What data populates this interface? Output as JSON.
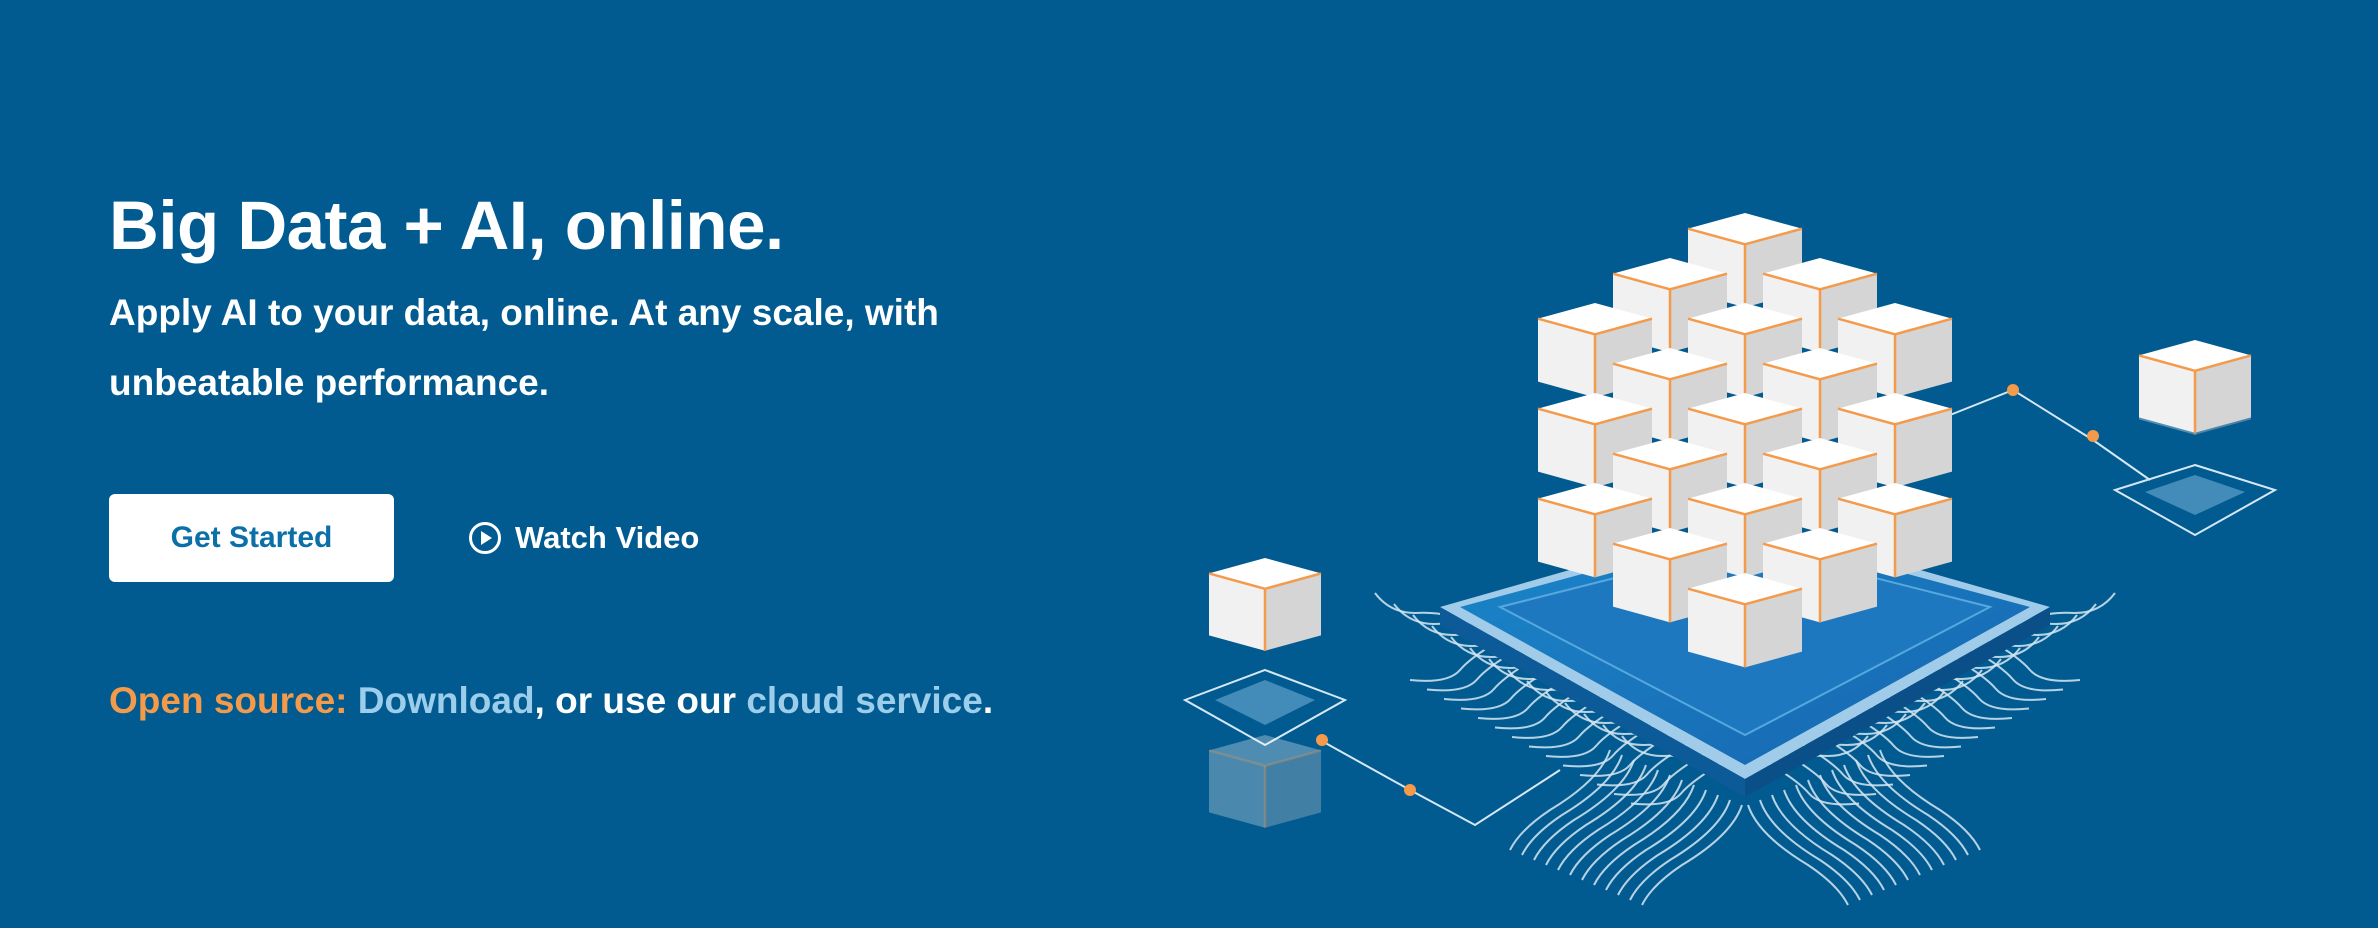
{
  "hero": {
    "headline": "Big Data + AI, online.",
    "subhead": "Apply AI to your data, online. At any scale, with unbeatable performance."
  },
  "cta": {
    "get_started_label": "Get Started",
    "watch_video_label": "Watch Video"
  },
  "open_source": {
    "label": "Open source:",
    "download_link": "Download",
    "middle_text": ", or use our",
    "cloud_link": "cloud service",
    "end_text": "."
  },
  "colors": {
    "background": "#025B90",
    "accent_orange": "#F39A4B",
    "link_light_blue": "#9CCDEB",
    "button_text": "#0B6FA8"
  },
  "icons": {
    "watch_video": "play-circle-icon",
    "hero_art": "isometric-data-cubes-illustration"
  }
}
